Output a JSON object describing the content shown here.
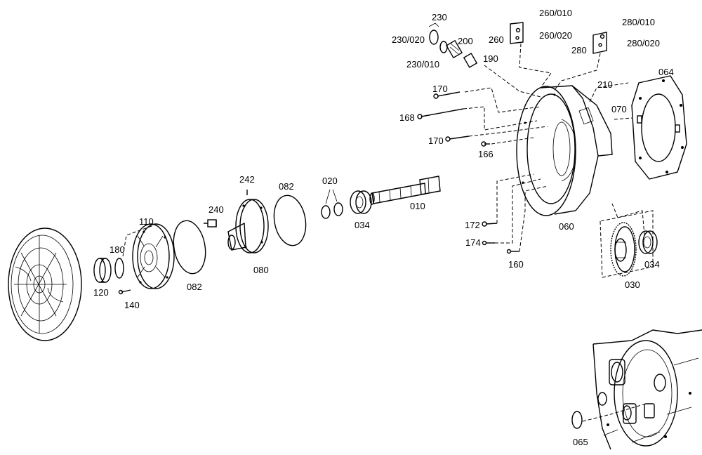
{
  "labels": {
    "l230": "230",
    "l230_020": "230/020",
    "l230_010": "230/010",
    "l200": "200",
    "l190": "190",
    "l260_010": "260/010",
    "l260": "260",
    "l260_020": "260/020",
    "l280_010": "280/010",
    "l280": "280",
    "l280_020": "280/020",
    "l064": "064",
    "l210": "210",
    "l070": "070",
    "l170a": "170",
    "l168": "168",
    "l170b": "170",
    "l166": "166",
    "l242": "242",
    "l082a": "082",
    "l020": "020",
    "l240": "240",
    "l110": "110",
    "l034a": "034",
    "l010": "010",
    "l180": "180",
    "l080": "080",
    "l172": "172",
    "l174": "174",
    "l060": "060",
    "l160": "160",
    "l120": "120",
    "l082b": "082",
    "l140": "140",
    "l030": "030",
    "l034b": "034",
    "l065": "065"
  }
}
